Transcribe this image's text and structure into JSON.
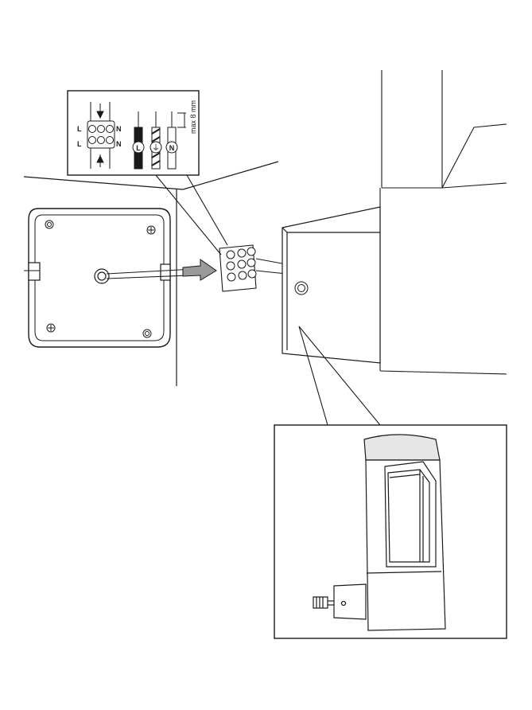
{
  "wiring": {
    "terminal_left_top": "L",
    "terminal_left_bottom": "L",
    "terminal_right_top": "N",
    "terminal_right_bottom": "N",
    "wire_live": "L",
    "wire_earth_symbol": "⏚",
    "wire_neutral": "N",
    "strip_length": "max 8 mm"
  },
  "colors": {
    "line": "#1a1a1a",
    "fill_light": "#ffffff",
    "shade": "#e6e6e6",
    "arrow_gray": "#9a9a9a"
  }
}
